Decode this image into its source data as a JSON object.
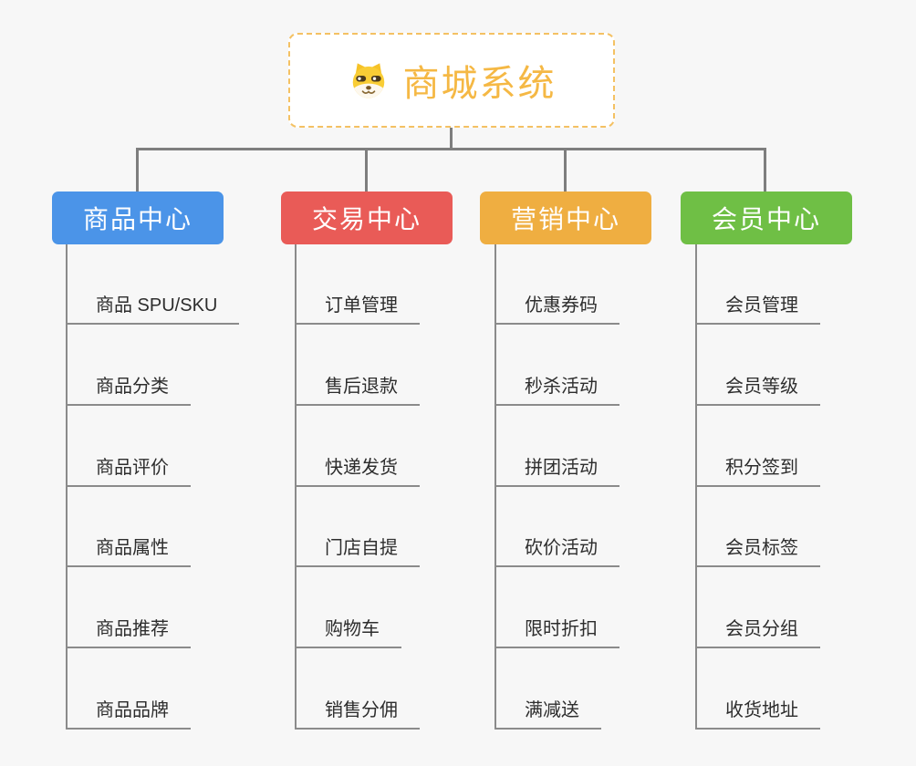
{
  "background_color": "#F7F7F7",
  "connector_color": "#7E7E7E",
  "underline_color": "#8B8B8B",
  "root": {
    "title": "商城系统",
    "icon": "dog-face-icon",
    "text_color": "#F5B844",
    "border_color": "#F4C163"
  },
  "branches": [
    {
      "label": "商品中心",
      "color": "#4B94E8",
      "items": [
        "商品 SPU/SKU",
        "商品分类",
        "商品评价",
        "商品属性",
        "商品推荐",
        "商品品牌"
      ]
    },
    {
      "label": "交易中心",
      "color": "#E95B57",
      "items": [
        "订单管理",
        "售后退款",
        "快递发货",
        "门店自提",
        "购物车",
        "销售分佣"
      ]
    },
    {
      "label": "营销中心",
      "color": "#EFAE41",
      "items": [
        "优惠券码",
        "秒杀活动",
        "拼团活动",
        "砍价活动",
        "限时折扣",
        "满减送"
      ]
    },
    {
      "label": "会员中心",
      "color": "#6FBF45",
      "items": [
        "会员管理",
        "会员等级",
        "积分签到",
        "会员标签",
        "会员分组",
        "收货地址"
      ]
    }
  ]
}
